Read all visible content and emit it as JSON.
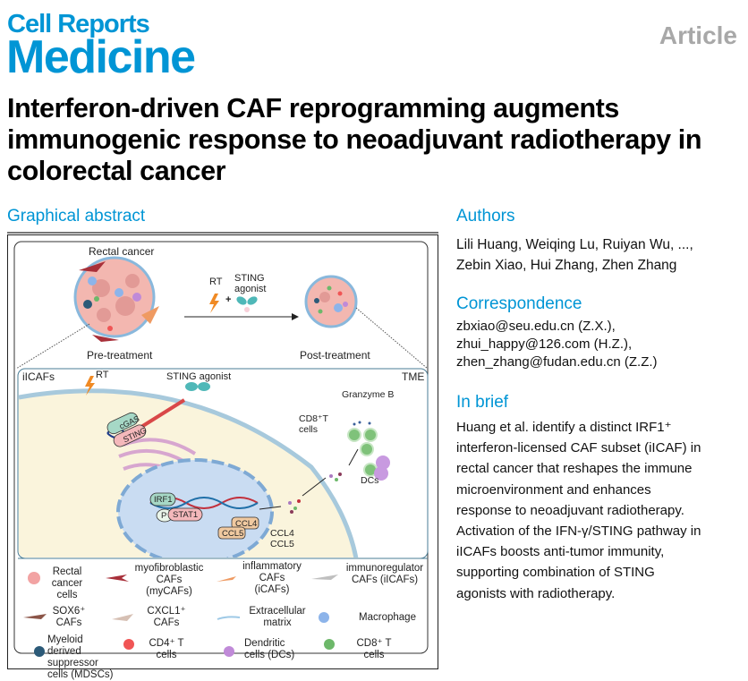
{
  "journal": {
    "line1": "Cell Reports",
    "line2": "Medicine",
    "type": "Article"
  },
  "title": "Interferon-driven CAF reprogramming augments immunogenic response to neoadjuvant radiotherapy in colorectal cancer",
  "graphical_abstract": {
    "heading": "Graphical abstract",
    "top_panel": {
      "title": "Rectal cancer",
      "pre_label": "Pre-treatment",
      "post_label": "Post-treatment",
      "rt_label": "RT",
      "plus": "+",
      "sting_label_1": "STING",
      "sting_label_2": "agonist"
    },
    "mid_panel": {
      "corner_left": "iICAFs",
      "corner_right": "TME",
      "rt_label": "RT",
      "sting_label": "STING agonist",
      "cgas": "cGAS",
      "sting": "STING",
      "irf1": "IRF1",
      "p": "P",
      "stat1": "STAT1",
      "ccl4_box": "CCL4",
      "ccl5_box": "CCL5",
      "ccl4": "CCL4",
      "ccl5": "CCL5",
      "granzyme": "Granzyme B",
      "cd8_1": "CD8⁺T",
      "cd8_2": "cells",
      "dcs": "DCs"
    },
    "legend": [
      {
        "label": "Rectal cancer cells",
        "icon": "rectal-cancer-cell-icon",
        "color": "#f2a3a3"
      },
      {
        "label": "myofibroblastic CAFs (myCAFs)",
        "icon": "mycaf-icon",
        "color": "#a8303a"
      },
      {
        "label": "inflammatory CAFs (iCAFs)",
        "icon": "icaf-icon",
        "color": "#ef9a62"
      },
      {
        "label": "immunoregulator CAFs (iICAFs)",
        "icon": "iicaf-icon",
        "color": "#bfbfbf"
      },
      {
        "label": "SOX6⁺ CAFs",
        "icon": "sox6-caf-icon",
        "color": "#8b5548"
      },
      {
        "label": "CXCL1⁺ CAFs",
        "icon": "cxcl1-caf-icon",
        "color": "#d6c0b4"
      },
      {
        "label": "Extracellular matrix",
        "icon": "ecm-icon",
        "color": "#9ec9e6"
      },
      {
        "label": "Macrophage",
        "icon": "macrophage-icon",
        "color": "#8db4ea"
      },
      {
        "label": "Myeloid derived suppressor cells (MDSCs)",
        "icon": "mdsc-icon",
        "color": "#2c5a78"
      },
      {
        "label": "CD4⁺ T cells",
        "icon": "cd4-t-cell-icon",
        "color": "#f05555"
      },
      {
        "label": "Dendritic cells (DCs)",
        "icon": "dendritic-cell-icon",
        "color": "#c08ad8"
      },
      {
        "label": "CD8⁺ T cells",
        "icon": "cd8-t-cell-icon",
        "color": "#6db86a"
      }
    ]
  },
  "authors": {
    "heading": "Authors",
    "line1": "Lili Huang, Weiqing Lu, Ruiyan Wu, ...,",
    "line2": "Zebin Xiao, Hui Zhang, Zhen Zhang"
  },
  "correspondence": {
    "heading": "Correspondence",
    "emails": [
      "zbxiao@seu.edu.cn (Z.X.),",
      "zhui_happy@126.com (H.Z.),",
      "zhen_zhang@fudan.edu.cn (Z.Z.)"
    ]
  },
  "in_brief": {
    "heading": "In brief",
    "lines": [
      "Huang et al. identify a distinct IRF1⁺",
      "interferon-licensed CAF subset (iICAF) in",
      "rectal cancer that reshapes the immune",
      "microenvironment and enhances",
      "response to neoadjuvant radiotherapy.",
      "Activation of the IFN-γ/STING pathway in",
      "iICAFs boosts anti-tumor immunity,",
      "supporting combination of STING",
      "agonists with radiotherapy."
    ]
  },
  "colors": {
    "brand": "#0095d5",
    "article_gray": "#a8a8a8"
  }
}
